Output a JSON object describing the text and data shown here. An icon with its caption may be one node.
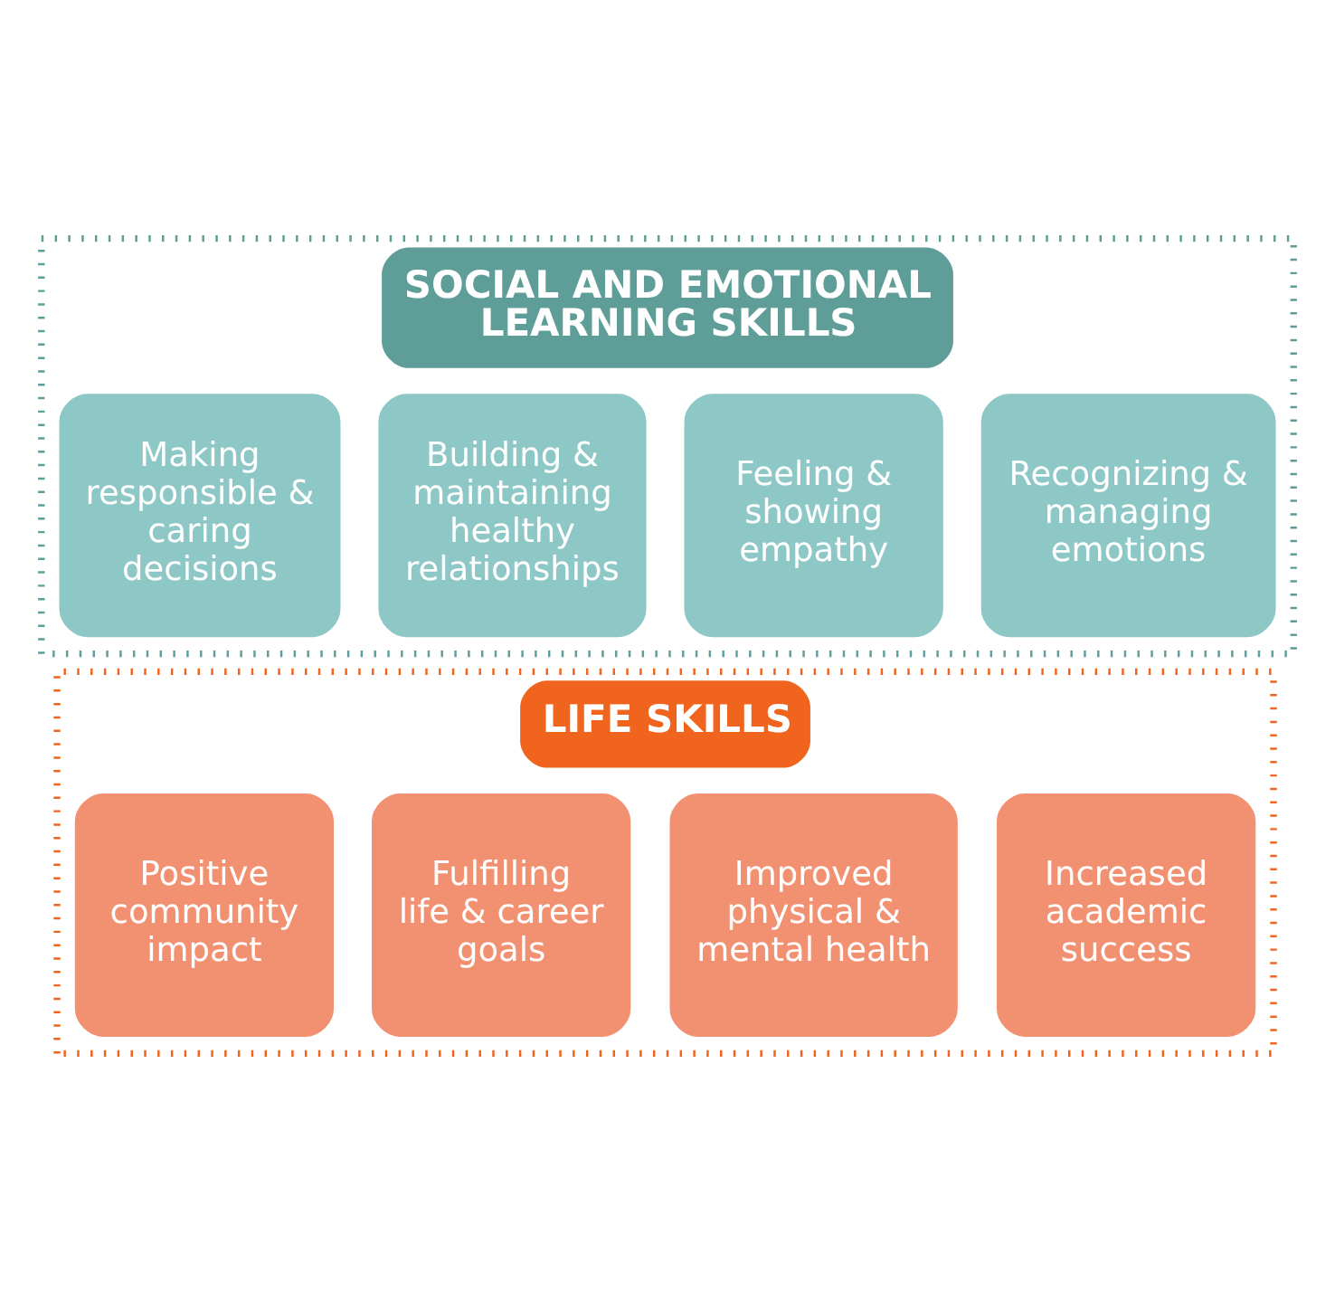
{
  "diagram": {
    "nodes": [
      {
        "text": [
          "SOCIAL AND EMOTIONAL LEARNING SKILLS"
        ]
      },
      {
        "text": [
          "Recognizing & managing emotions"
        ],
        "in": 0
      },
      {
        "text": [
          "Feeling & showing empathy"
        ],
        "in": 0
      },
      {
        "text": [
          "Building & maintaining healthy relationships"
        ],
        "in": 0
      },
      {
        "text": [
          "Making responsible & caring decisions"
        ],
        "in": 0
      },
      {
        "text": [
          "LIFE SKILLS"
        ]
      },
      {
        "text": [
          "Increased academic success"
        ],
        "in": 5
      },
      {
        "text": [
          "Improved physical & mental health"
        ],
        "in": 5
      },
      {
        "text": [
          "Fulfilling life & career goals"
        ],
        "in": 5
      },
      {
        "text": [
          "Positive community impact"
        ],
        "in": 5
      }
    ],
    "edges": []
  }
}
